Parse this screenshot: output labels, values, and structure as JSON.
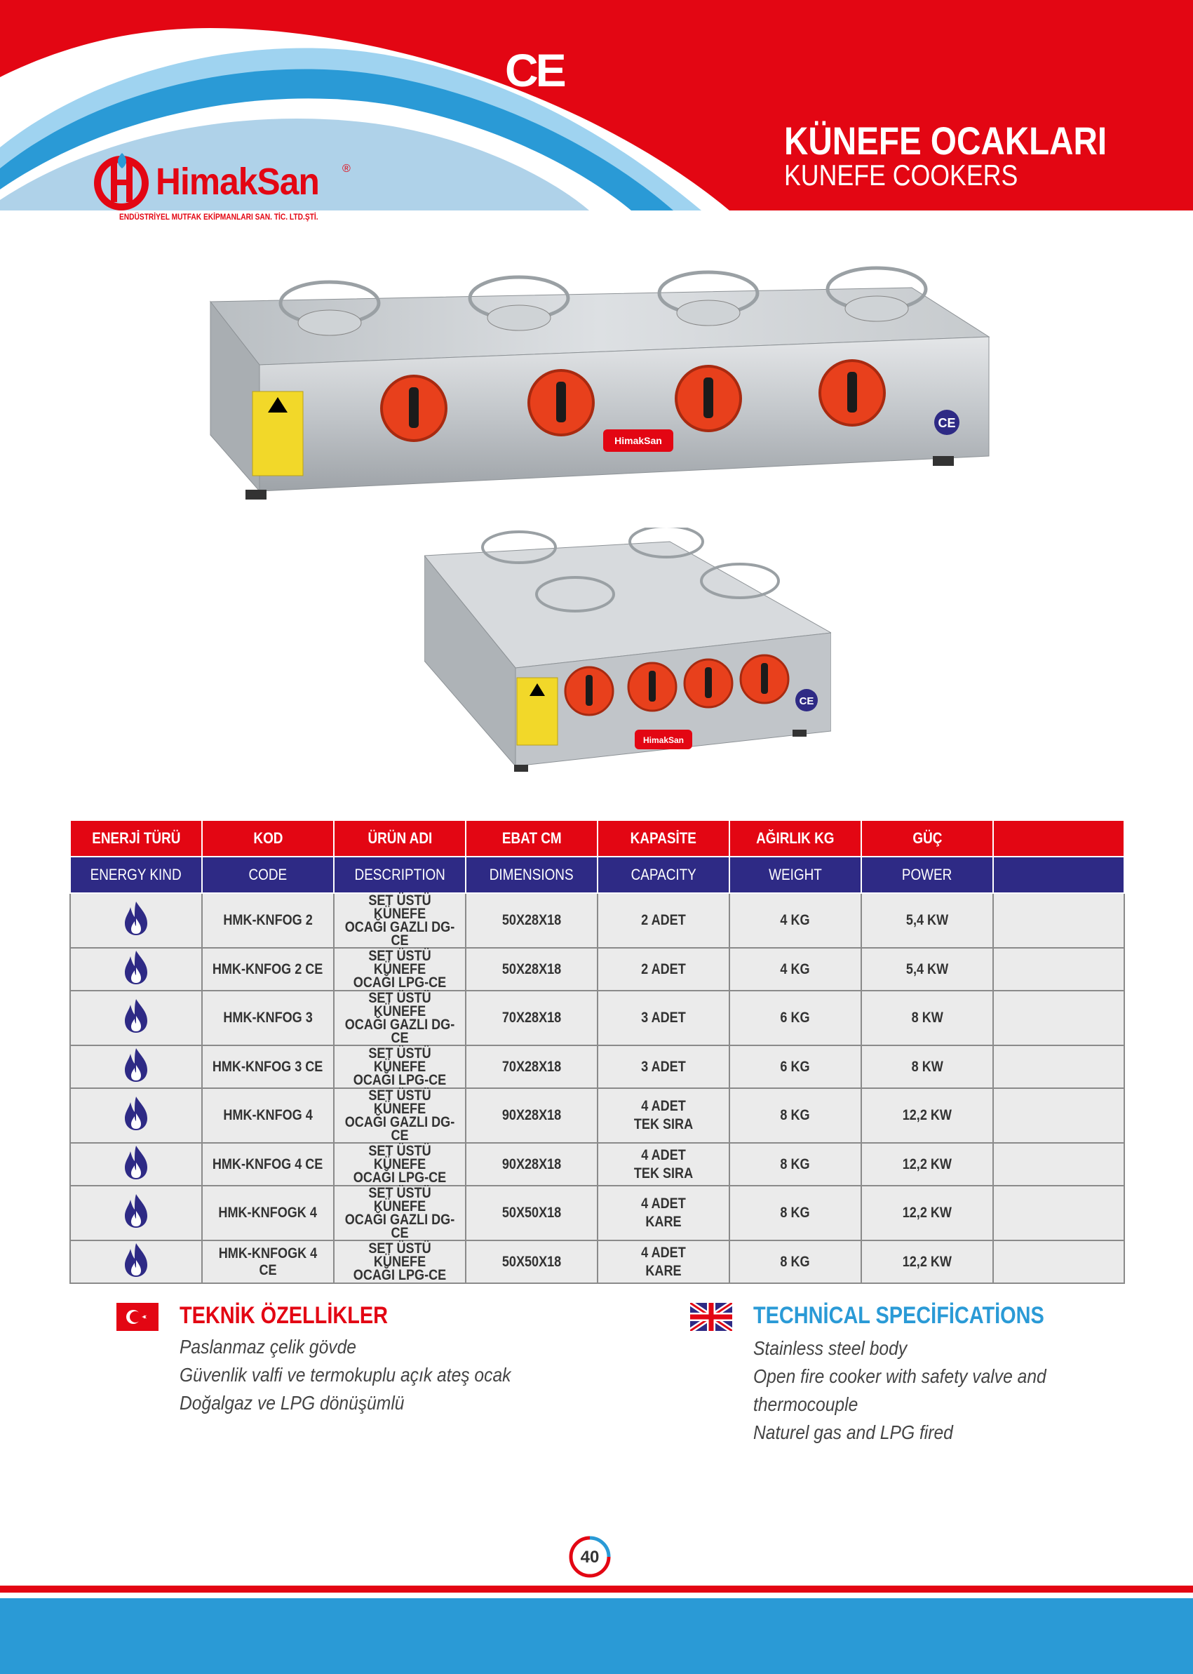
{
  "header": {
    "ce_mark": "CE",
    "brand": "HimakSan",
    "brand_reg": "®",
    "brand_sub": "ENDÜSTRİYEL MUTFAK EKİPMANLARI SAN. TİC. LTD.ŞTİ.",
    "title_tr": "KÜNEFE OCAKLARI",
    "title_en": "KUNEFE COOKERS"
  },
  "colors": {
    "red": "#e30613",
    "navy": "#2e2a85",
    "blue": "#2a9ad6",
    "flame": "#2e2a85"
  },
  "table": {
    "headers_tr": [
      "ENERJİ TÜRÜ",
      "KOD",
      "ÜRÜN ADI",
      "EBAT CM",
      "KAPASİTE",
      "AĞIRLIK KG",
      "GÜÇ",
      ""
    ],
    "headers_en": [
      "ENERGY KIND",
      "CODE",
      "DESCRIPTION",
      "DIMENSIONS",
      "CAPACITY",
      "WEIGHT",
      "POWER",
      ""
    ],
    "rows": [
      {
        "energy_icon": "flame-icon",
        "code": "HMK-KNFOG 2",
        "desc1": "SET ÜSTÜ KÜNEFE",
        "desc2": "OCAĞI GAZLI DG-CE",
        "dims": "50X28X18",
        "cap1": "2 ADET",
        "cap2": "",
        "weight": "4 KG",
        "power": "5,4 KW"
      },
      {
        "energy_icon": "flame-icon",
        "code": "HMK-KNFOG 2 CE",
        "desc1": "SET ÜSTÜ KÜNEFE",
        "desc2": "OCAĞI LPG-CE",
        "dims": "50X28X18",
        "cap1": "2 ADET",
        "cap2": "",
        "weight": "4 KG",
        "power": "5,4 KW"
      },
      {
        "energy_icon": "flame-icon",
        "code": "HMK-KNFOG 3",
        "desc1": "SET ÜSTÜ KÜNEFE",
        "desc2": "OCAĞI GAZLI DG-CE",
        "dims": "70X28X18",
        "cap1": "3 ADET",
        "cap2": "",
        "weight": "6 KG",
        "power": "8 KW"
      },
      {
        "energy_icon": "flame-icon",
        "code": "HMK-KNFOG 3 CE",
        "desc1": "SET ÜSTÜ KÜNEFE",
        "desc2": "OCAĞI LPG-CE",
        "dims": "70X28X18",
        "cap1": "3 ADET",
        "cap2": "",
        "weight": "6 KG",
        "power": "8 KW"
      },
      {
        "energy_icon": "flame-icon",
        "code": "HMK-KNFOG 4",
        "desc1": "SET ÜSTÜ KÜNEFE",
        "desc2": "OCAĞI GAZLI DG-CE",
        "dims": "90X28X18",
        "cap1": "4 ADET",
        "cap2": "TEK SIRA",
        "weight": "8 KG",
        "power": "12,2 KW"
      },
      {
        "energy_icon": "flame-icon",
        "code": "HMK-KNFOG 4 CE",
        "desc1": "SET ÜSTÜ KÜNEFE",
        "desc2": "OCAĞI LPG-CE",
        "dims": "90X28X18",
        "cap1": "4 ADET",
        "cap2": "TEK SIRA",
        "weight": "8 KG",
        "power": "12,2 KW"
      },
      {
        "energy_icon": "flame-icon",
        "code": "HMK-KNFOGK 4",
        "desc1": "SET ÜSTÜ KÜNEFE",
        "desc2": "OCAĞI GAZLI DG-CE",
        "dims": "50X50X18",
        "cap1": "4 ADET",
        "cap2": "KARE",
        "weight": "8 KG",
        "power": "12,2 KW"
      },
      {
        "energy_icon": "flame-icon",
        "code": "HMK-KNFOGK 4 CE",
        "desc1": "SET ÜSTÜ KÜNEFE",
        "desc2": "OCAĞI LPG-CE",
        "dims": "50X50X18",
        "cap1": "4 ADET",
        "cap2": "KARE",
        "weight": "8 KG",
        "power": "12,2 KW"
      }
    ]
  },
  "specs_tr": {
    "flag_icon": "turkey-flag-icon",
    "title": "TEKNİK ÖZELLİKLER",
    "lines": [
      "Paslanmaz çelik gövde",
      "Güvenlik valfi ve termokuplu açık ateş ocak",
      "Doğalgaz ve LPG dönüşümlü"
    ]
  },
  "specs_en": {
    "flag_icon": "uk-flag-icon",
    "title": "TECHNİCAL SPECİFİCATİONS",
    "lines": [
      "Stainless steel body",
      "Open fire cooker with safety valve and",
      "thermocouple",
      "Naturel gas and LPG fired"
    ]
  },
  "footer": {
    "page_number": "40"
  }
}
